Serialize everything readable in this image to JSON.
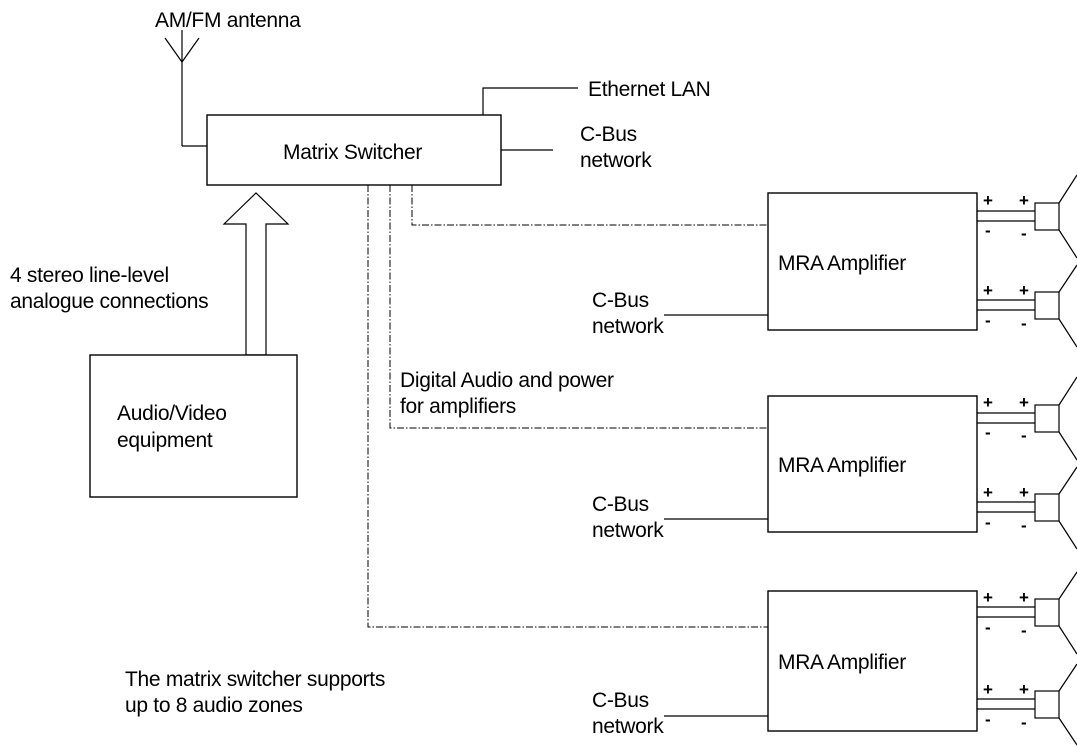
{
  "antenna": {
    "label": "AM/FM antenna"
  },
  "ethernet": {
    "label": "Ethernet LAN"
  },
  "switcher": {
    "label": "Matrix Switcher",
    "cbus_line1": "C-Bus",
    "cbus_line2": "network"
  },
  "input": {
    "label_line1": "4 stereo line-level",
    "label_line2": "analogue connections"
  },
  "av": {
    "label_line1": "Audio/Video",
    "label_line2": "equipment"
  },
  "digital": {
    "label_line1": "Digital Audio and power",
    "label_line2": "for amplifiers"
  },
  "note": {
    "line1": "The matrix switcher supports",
    "line2": "up to 8 audio zones"
  },
  "amplifiers": [
    {
      "label": "MRA  Amplifier",
      "cbus_line1": "C-Bus",
      "cbus_line2": "network"
    },
    {
      "label": "MRA  Amplifier",
      "cbus_line1": "C-Bus",
      "cbus_line2": "network"
    },
    {
      "label": "MRA  Amplifier",
      "cbus_line1": "C-Bus",
      "cbus_line2": "network"
    }
  ],
  "signs": {
    "plus": "+",
    "minus": "-"
  }
}
